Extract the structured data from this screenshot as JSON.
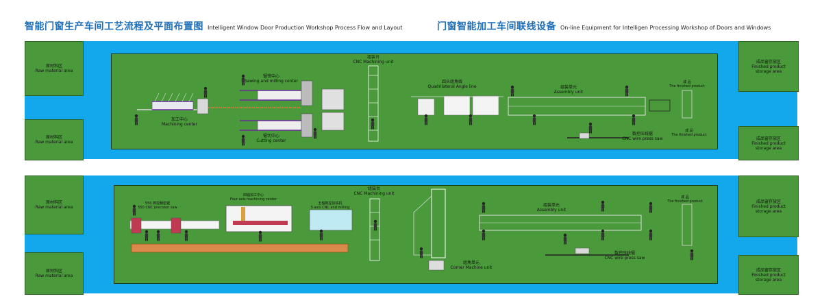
{
  "titles": {
    "left": {
      "zh": "智能门窗生产车间工艺流程及平面布置图",
      "en": "Intelligent Window Door Production Workshop Process Flow and Layout"
    },
    "right": {
      "zh": "门窗智能加工车间联线设备",
      "en": "On-line Equipment for Intelligen Processing Workshop of Doors and Windows"
    }
  },
  "colors": {
    "floor": "#4a9a3b",
    "aisle": "#13a8ec",
    "title": "#1e6fb8"
  },
  "areas": {
    "raw": {
      "zh": "原材料区",
      "en": "Raw material area"
    },
    "finished": {
      "zh": "成品窗存放区",
      "en1": "Finished product",
      "en2": "storage area"
    }
  },
  "line1": {
    "sawing": {
      "zh": "锯铣中心",
      "en": "Sawing and milling center"
    },
    "machining": {
      "zh": "加工中心",
      "en": "Machining center"
    },
    "cutting": {
      "zh": "锯切中心",
      "en": "Cutting center"
    },
    "cnc": {
      "zh": "组装台",
      "en": "CNC Machining unit"
    },
    "angle": {
      "zh": "四头组角线",
      "en": "Quadrilateral Angle line"
    },
    "assembly": {
      "zh": "组装单元",
      "en": "Assembly unit"
    },
    "finished_top": {
      "zh": "成 品",
      "en": "The finished product"
    },
    "saw": {
      "zh": "数控压线锯",
      "en": "CNC wire press saw"
    },
    "finished_bottom": {
      "zh": "成 品",
      "en": "The finished product"
    }
  },
  "line2": {
    "precision_saw": {
      "zh": "550 数控精密锯",
      "en": "550 CNC precision saw"
    },
    "four_axis": {
      "zh": "四轴加工中心",
      "en": "Four axis machining center"
    },
    "five_axis": {
      "zh": "五轴数控加铣机",
      "en": "5 axis CNC and milling"
    },
    "cnc": {
      "zh": "组装台",
      "en": "CNC Machining unit"
    },
    "corner": {
      "zh": "组角单元",
      "en": "Corner Machine unit"
    },
    "assembly": {
      "zh": "组装单元",
      "en": "Assembly unit"
    },
    "finished": {
      "zh": "成 品",
      "en": "The finished product"
    },
    "saw": {
      "zh": "数控压线锯",
      "en": "CNC wire press saw"
    }
  }
}
